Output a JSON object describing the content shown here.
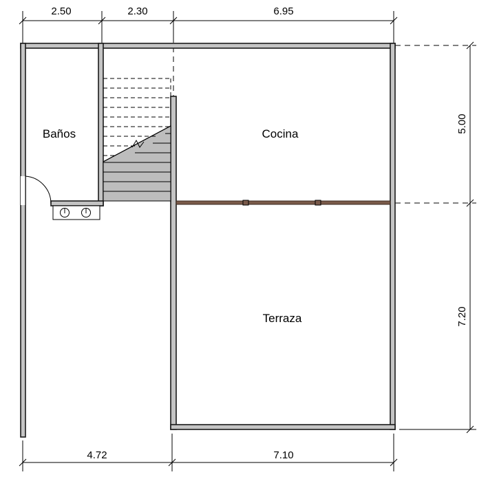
{
  "rooms": {
    "banos": "Baños",
    "cocina": "Cocina",
    "terraza": "Terraza"
  },
  "dimensions": {
    "top": [
      "2.50",
      "2.30",
      "6.95"
    ],
    "bottom": [
      "4.72",
      "7.10"
    ],
    "right": [
      "5.00",
      "7.20"
    ]
  },
  "colors": {
    "wall_fill": "#c4c4c4",
    "stair_fill": "#bdbdbd",
    "beam": "#7a5a4a"
  }
}
